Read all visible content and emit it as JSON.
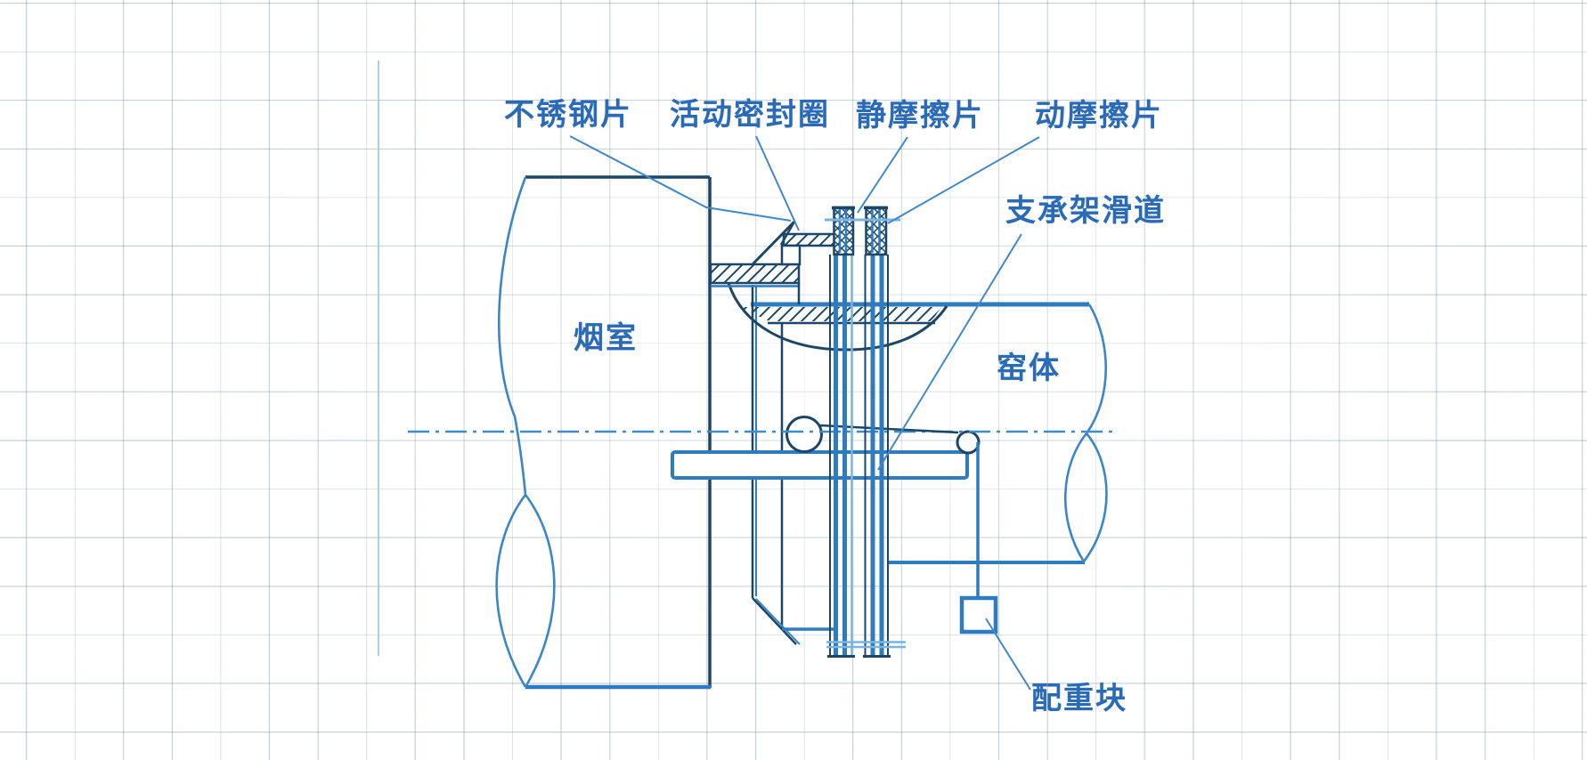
{
  "figure": {
    "type": "engineering-sectional-diagram",
    "subject": "rotary kiln smoke-chamber friction seal with counterweight",
    "colors": {
      "line_primary_blue": "#2e7bbf",
      "line_dark_navy": "#1b4668",
      "line_light_blue": "#79b5e3",
      "leader_blue": "#4088c8",
      "label_text": "#2a6ab6",
      "grid_line": "#c9d3db",
      "background": "#ffffff"
    },
    "labels": {
      "stainless_steel_sheet": "不锈钢片",
      "movable_seal_ring": "活动密封圈",
      "static_friction_plate": "静摩擦片",
      "dynamic_friction_plate": "动摩擦片",
      "support_frame_slideway": "支承架滑道",
      "smoke_chamber": "烟室",
      "kiln_body": "窑体",
      "counterweight_block": "配重块"
    }
  }
}
